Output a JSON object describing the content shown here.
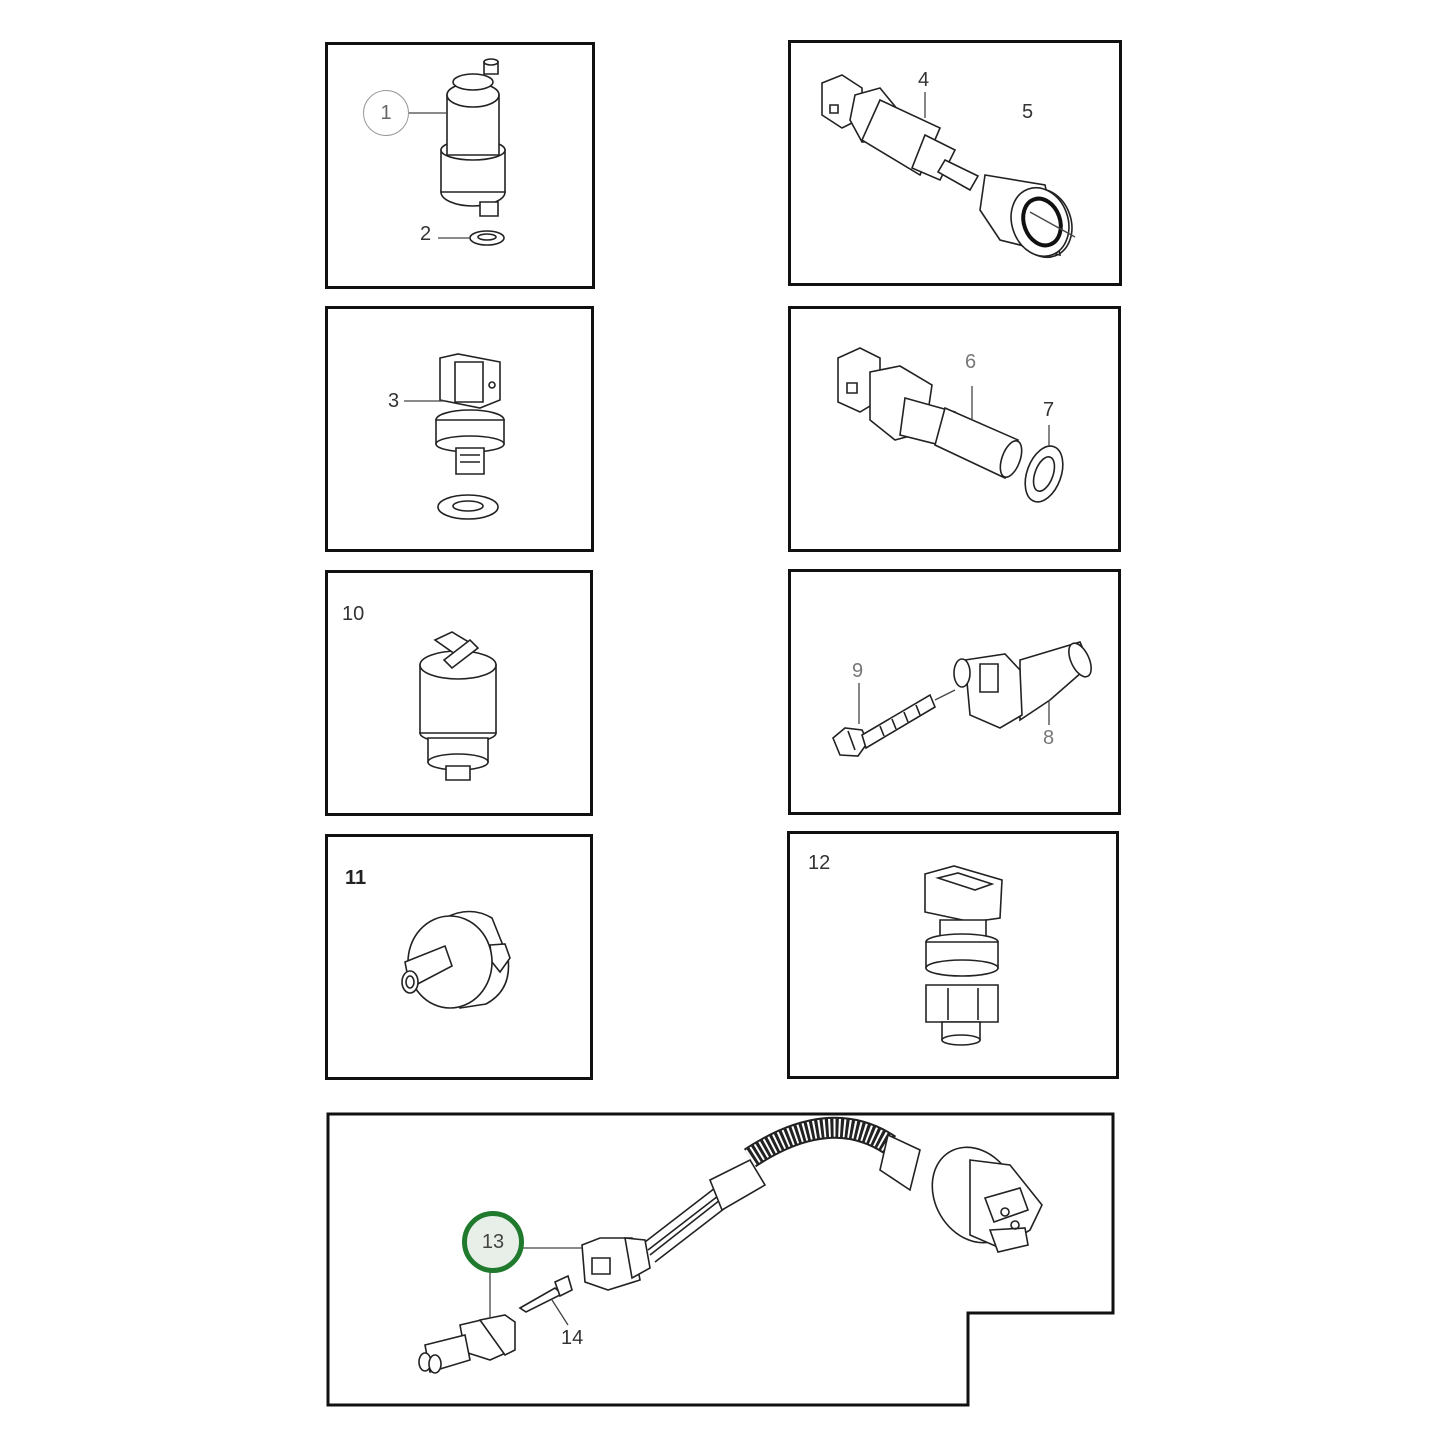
{
  "diagram": {
    "type": "exploded-parts-catalog",
    "highlight_color": "#1f7a2e",
    "highlight_fill": "#e8efe8",
    "panels": [
      {
        "id": "panel-1-2",
        "labels": [
          "1",
          "2"
        ],
        "part": "oil-pressure-sender"
      },
      {
        "id": "panel-4-5",
        "labels": [
          "4",
          "5"
        ],
        "part": "temperature-sensor-with-cap"
      },
      {
        "id": "panel-3",
        "labels": [
          "3"
        ],
        "part": "pressure-switch-with-washer"
      },
      {
        "id": "panel-6-7",
        "labels": [
          "6",
          "7"
        ],
        "part": "temperature-sensor-with-washer"
      },
      {
        "id": "panel-10",
        "labels": [
          "10"
        ],
        "part": "pressure-sensor"
      },
      {
        "id": "panel-8-9",
        "labels": [
          "9",
          "8"
        ],
        "part": "speed-sensor-with-bolt"
      },
      {
        "id": "panel-11",
        "labels": [
          "11"
        ],
        "part": "round-sensor"
      },
      {
        "id": "panel-12",
        "labels": [
          "12"
        ],
        "part": "pressure-switch"
      },
      {
        "id": "panel-13-14",
        "labels": [
          "13",
          "14"
        ],
        "part": "harness-adapter-cable",
        "highlighted": "13"
      }
    ]
  },
  "labels": {
    "p1": "1",
    "p2": "2",
    "p3": "3",
    "p4": "4",
    "p5": "5",
    "p6": "6",
    "p7": "7",
    "p8": "8",
    "p9": "9",
    "p10": "10",
    "p11": "11",
    "p12": "12",
    "p13": "13",
    "p14": "14"
  }
}
